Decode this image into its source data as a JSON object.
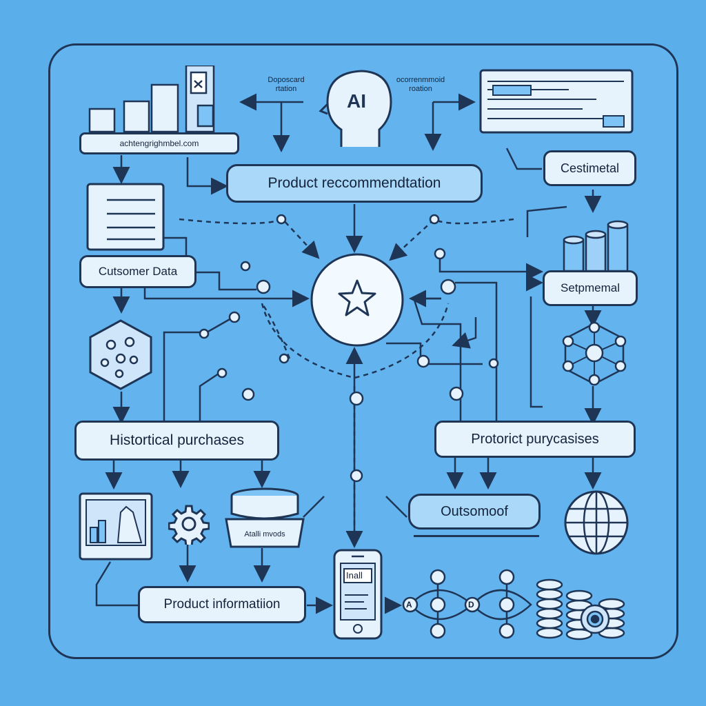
{
  "ai_label": "AI",
  "top_left_note": [
    "Doposcard",
    "rtation"
  ],
  "top_right_note": [
    "ocorrenmmoid",
    "roation"
  ],
  "url_bar": "achtengrighmbel.com",
  "main_title": "Product reccommendtation",
  "customer_data": "Cutsomer Data",
  "right_upper_label": "Cestimetal",
  "right_mid_label": "Setpmemal",
  "historical_purchases": "Histortical purchases",
  "protoric_purchases": "Protorict purycasises",
  "outsomoof": "Outsomoof",
  "ai_models": "Atalli mvods",
  "product_information": "Product informatiion",
  "phone_screen": "Inall",
  "node_small_a": "A",
  "node_small_d": "D",
  "colors": {
    "background": "#5aaeea",
    "ink": "#1f3556",
    "fill": "#e6f3fd",
    "accent": "#7ec3f5"
  },
  "icons": [
    "bar-chart-icon",
    "ai-head-icon",
    "document-icon",
    "database-icon",
    "star-icon",
    "hexagon-network-icon",
    "cylinder-bars-icon",
    "network-node-icon",
    "monitor-chart-icon",
    "gear-icon",
    "storage-tray-icon",
    "smartphone-icon",
    "globe-icon",
    "coins-icon",
    "node-chain-icon"
  ]
}
